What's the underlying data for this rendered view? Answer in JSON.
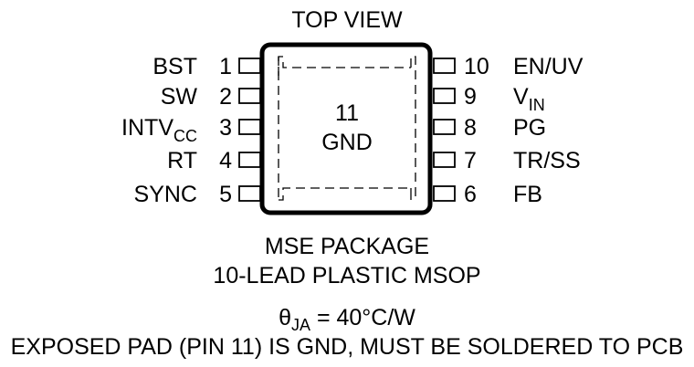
{
  "title": "TOP VIEW",
  "package": {
    "pad_number": "11",
    "pad_name": "GND"
  },
  "pins_left": [
    {
      "number": "1",
      "name": "BST",
      "sub": ""
    },
    {
      "number": "2",
      "name": "SW",
      "sub": ""
    },
    {
      "number": "3",
      "name": "INTV",
      "sub": "CC"
    },
    {
      "number": "4",
      "name": "RT",
      "sub": ""
    },
    {
      "number": "5",
      "name": "SYNC",
      "sub": ""
    }
  ],
  "pins_right": [
    {
      "number": "10",
      "name": "EN/UV",
      "sub": ""
    },
    {
      "number": "9",
      "name": "V",
      "sub": "IN"
    },
    {
      "number": "8",
      "name": "PG",
      "sub": ""
    },
    {
      "number": "7",
      "name": "TR/SS",
      "sub": ""
    },
    {
      "number": "6",
      "name": "FB",
      "sub": ""
    }
  ],
  "captions": {
    "package_name": "MSE PACKAGE",
    "package_desc": "10-LEAD PLASTIC MSOP",
    "theta_symbol": "θ",
    "theta_sub": "JA",
    "theta_value": " = 40°C/W",
    "note": "EXPOSED PAD (PIN 11) IS GND, MUST BE SOLDERED TO PCB"
  }
}
